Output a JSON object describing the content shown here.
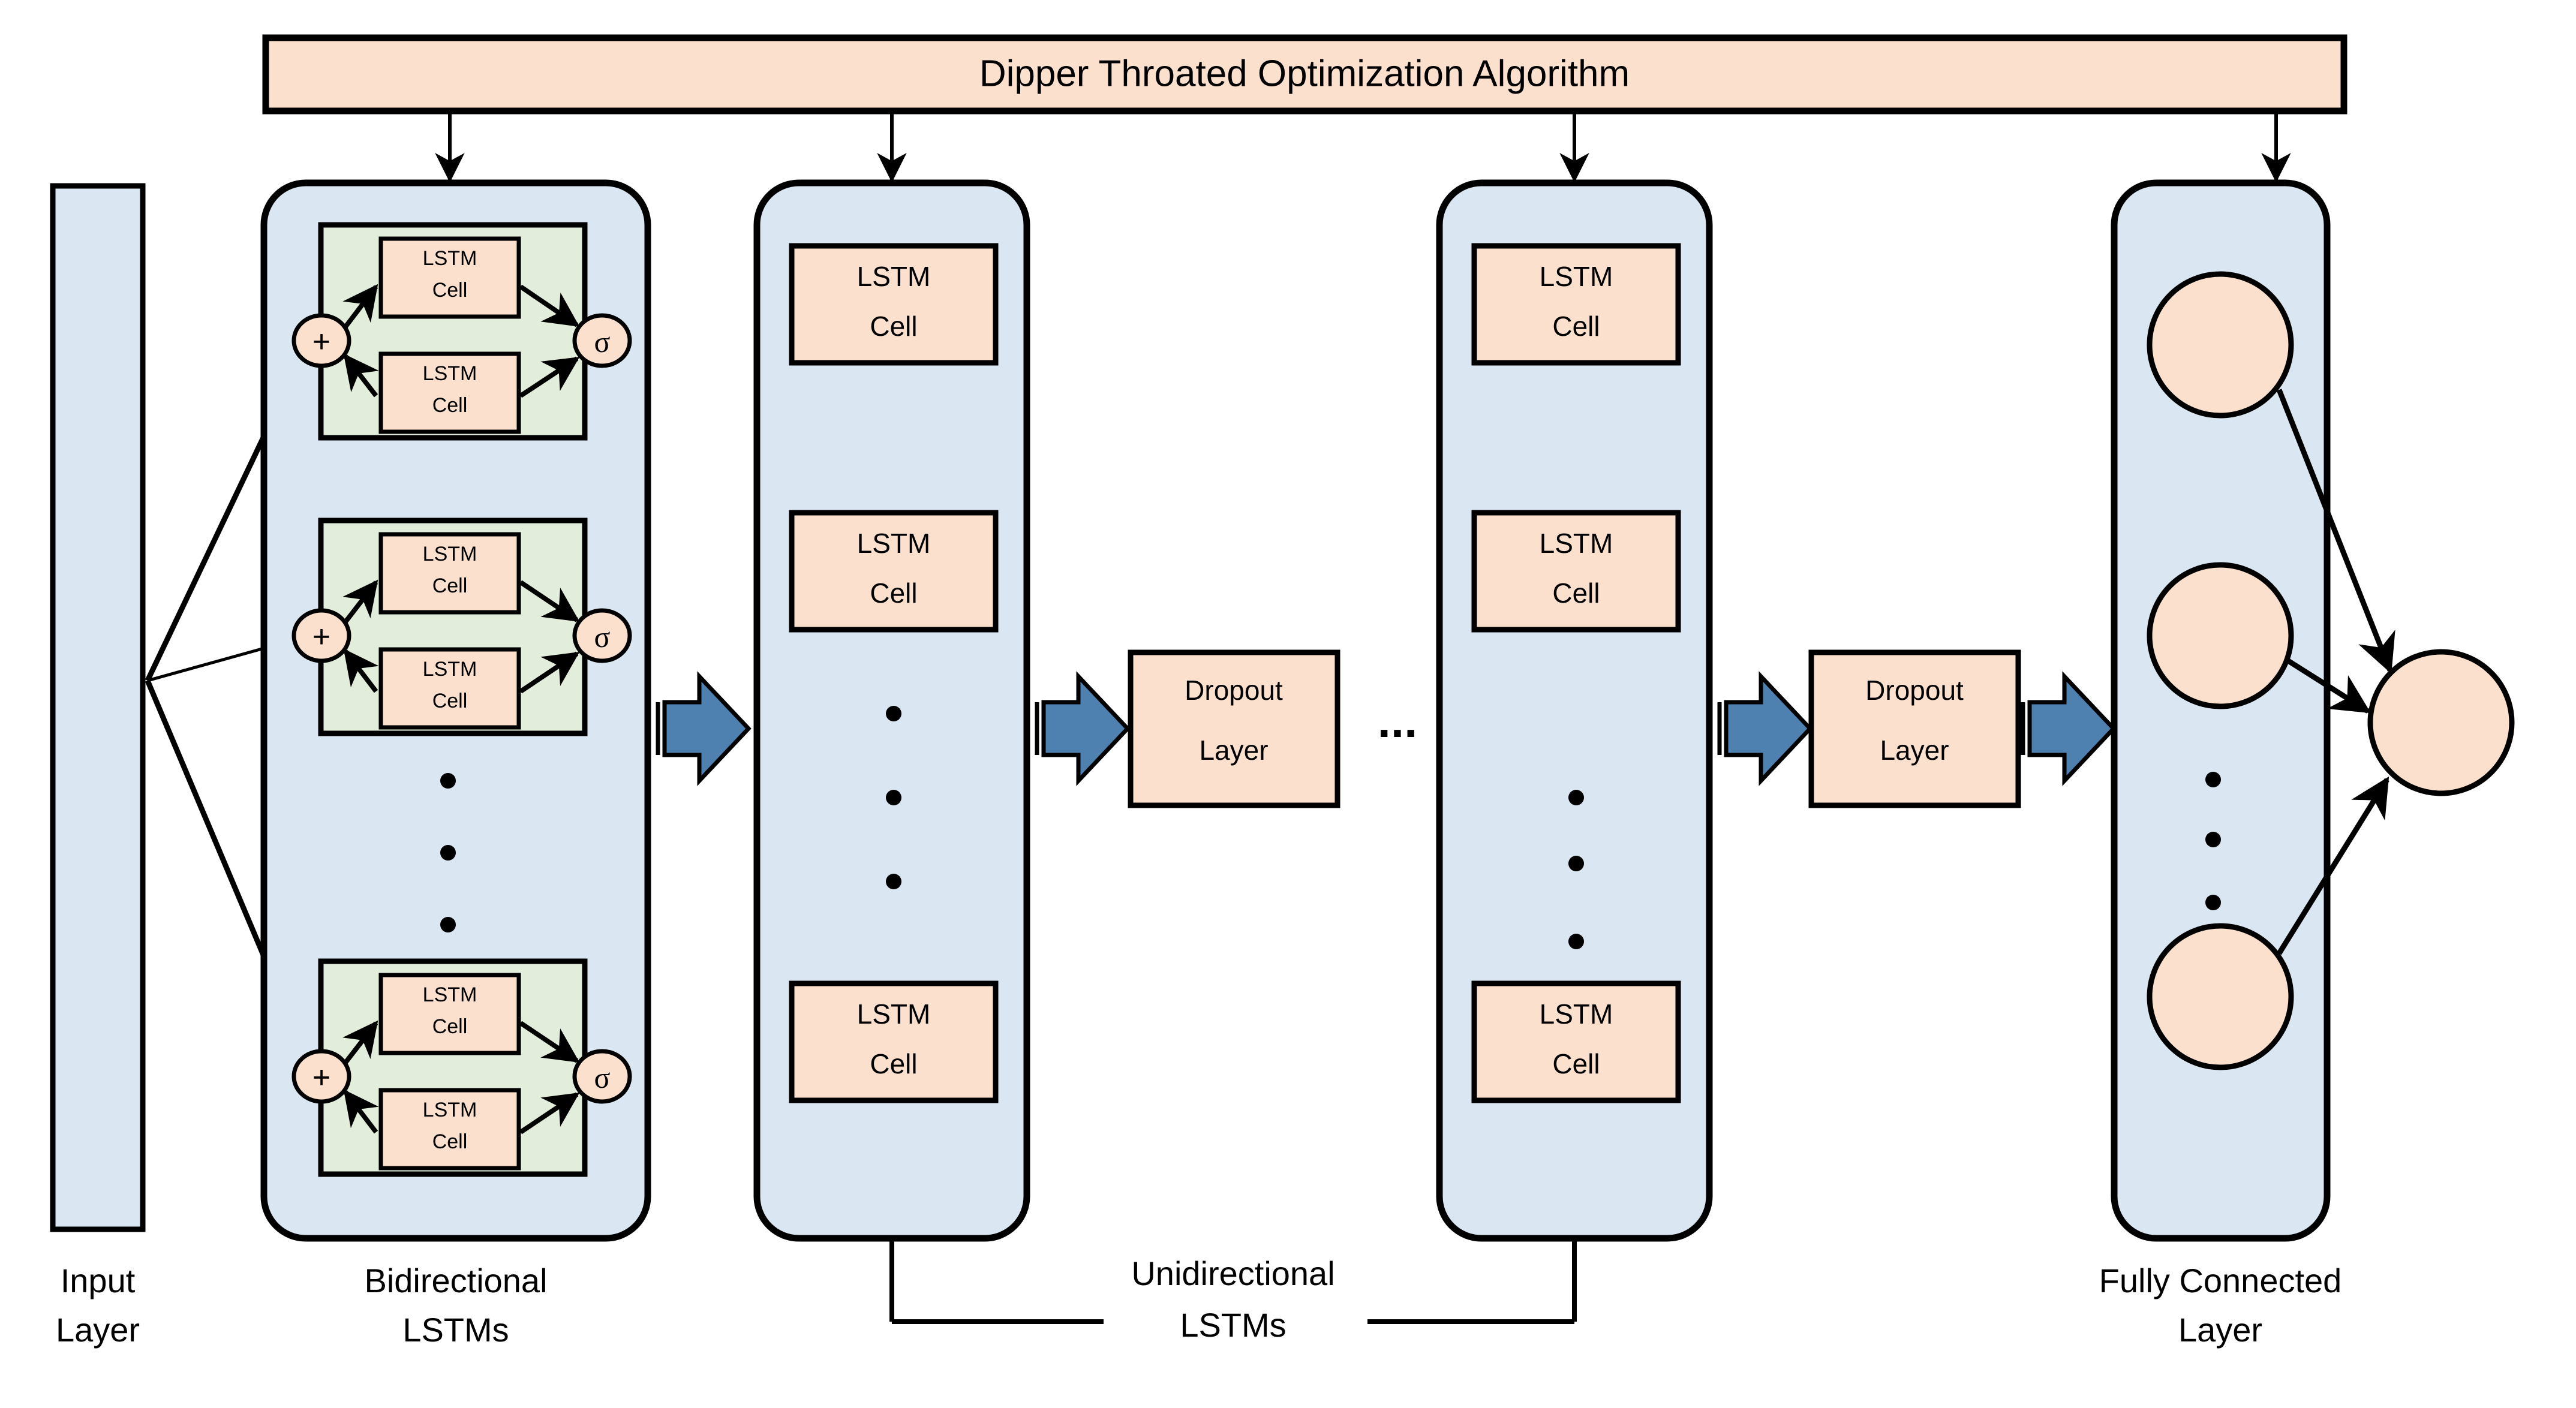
{
  "diagram": {
    "title": "Dipper Throated Optimization Algorithm",
    "colors": {
      "peach_fill": "#FBE0CE",
      "blue_fill": "#DAE6F2",
      "green_fill": "#E2EDDB",
      "arrow_blue": "#4E81AF",
      "stroke": "#000000",
      "background": "#FFFFFF"
    },
    "optimizer_bar": {
      "label": "Dipper Throated Optimization Algorithm"
    },
    "columns": [
      {
        "id": "input-layer",
        "caption_line1": "Input",
        "caption_line2": "Layer"
      },
      {
        "id": "bidirectional-lstms",
        "caption_line1": "Bidirectional",
        "caption_line2": "LSTMs",
        "units": [
          {
            "sum_node": "+",
            "sigma_node": "σ",
            "cells": [
              "LSTM Cell",
              "LSTM Cell"
            ]
          },
          {
            "sum_node": "+",
            "sigma_node": "σ",
            "cells": [
              "LSTM Cell",
              "LSTM Cell"
            ]
          },
          {
            "sum_node": "+",
            "sigma_node": "σ",
            "cells": [
              "LSTM Cell",
              "LSTM Cell"
            ]
          }
        ],
        "vertical_ellipsis": "•"
      },
      {
        "id": "unidirectional-lstms-first",
        "cells": [
          "LSTM Cell",
          "LSTM Cell",
          "LSTM Cell"
        ],
        "vertical_ellipsis": "•"
      },
      {
        "id": "dropout-layer-first",
        "line1": "Dropout",
        "line2": "Layer"
      },
      {
        "id": "series-ellipsis",
        "text": "..."
      },
      {
        "id": "unidirectional-lstms-last",
        "cells": [
          "LSTM Cell",
          "LSTM Cell",
          "LSTM Cell"
        ],
        "vertical_ellipsis": "•"
      },
      {
        "id": "dropout-layer-last",
        "line1": "Dropout",
        "line2": "Layer"
      },
      {
        "id": "fully-connected-layer",
        "caption_line1": "Fully Connected",
        "caption_line2": "Layer",
        "neuron_count": 3,
        "vertical_ellipsis": "•"
      },
      {
        "id": "output-neuron"
      }
    ],
    "group_caption": {
      "line1": "Unidirectional",
      "line2": "LSTMs"
    },
    "cell_label": {
      "line1": "LSTM",
      "line2": "Cell"
    },
    "dropout_label": {
      "line1": "Dropout",
      "line2": "Layer"
    },
    "glyphs": {
      "sum": "+",
      "sigma": "σ",
      "dot": "•",
      "ellipsis": "..."
    }
  }
}
